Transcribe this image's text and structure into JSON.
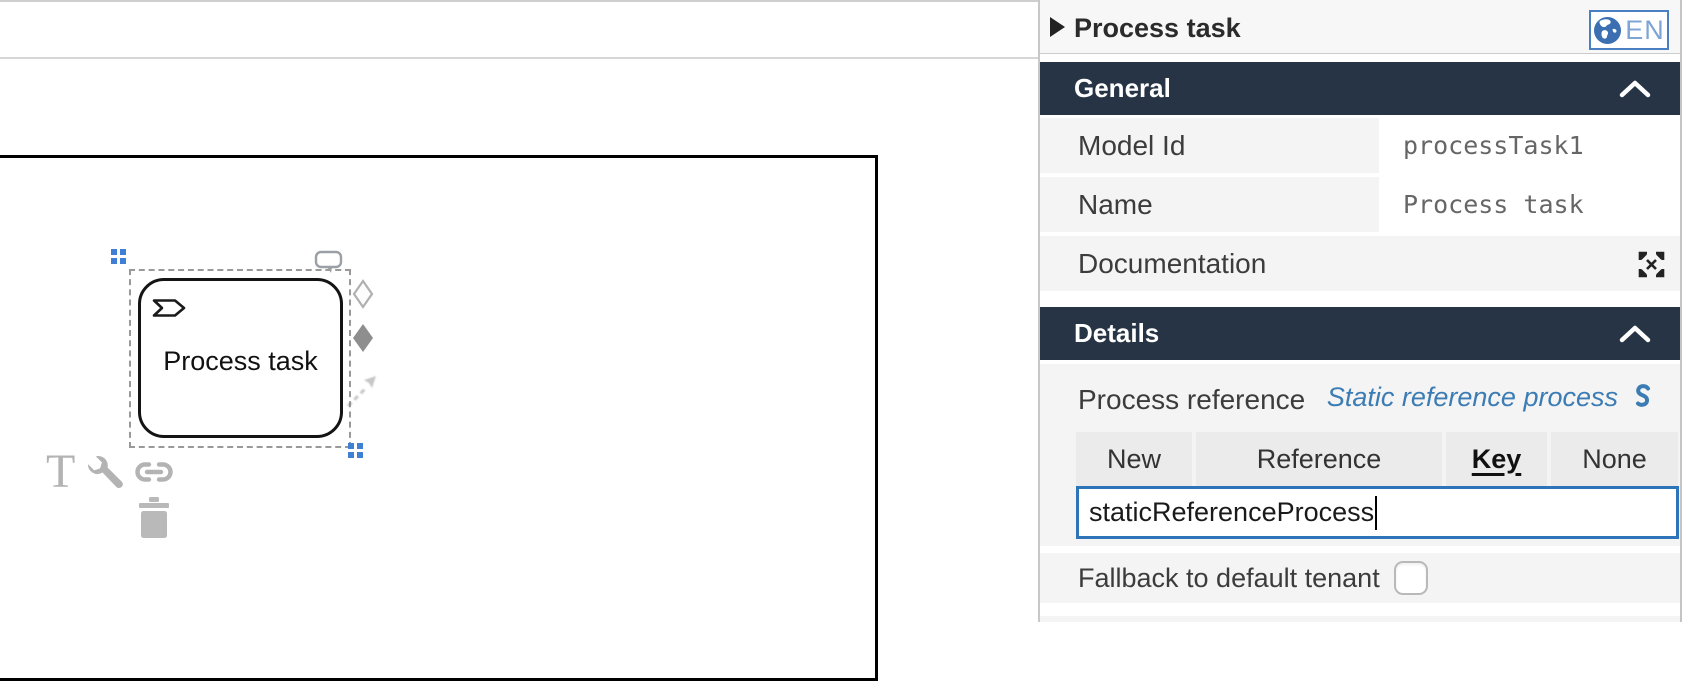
{
  "canvas": {
    "task_label": "Process task"
  },
  "panel": {
    "header": {
      "title": "Process task",
      "language_button": {
        "label": "EN"
      }
    },
    "general": {
      "title": "General",
      "model_id": {
        "label": "Model Id",
        "value": "processTask1"
      },
      "name": {
        "label": "Name",
        "value": "Process task"
      },
      "documentation": {
        "label": "Documentation"
      }
    },
    "details": {
      "title": "Details",
      "process_reference": {
        "label": "Process reference",
        "link_text": "Static reference process"
      },
      "tabs": {
        "new": "New",
        "reference": "Reference",
        "key": "Key",
        "none": "None",
        "active": "Key"
      },
      "key_input": {
        "value": "staticReferenceProcess"
      },
      "fallback": {
        "label": "Fallback to default tenant",
        "checked": false
      }
    }
  },
  "colors": {
    "section_header_bg": "#263445",
    "link_blue": "#3c7cb4",
    "input_focus_border": "#2e74b8",
    "language_button_border": "#4a7fc1",
    "selection_handle_blue": "#3f7fd4",
    "row_bg": "#f4f4f4",
    "icon_gray": "#b3b3b3"
  }
}
